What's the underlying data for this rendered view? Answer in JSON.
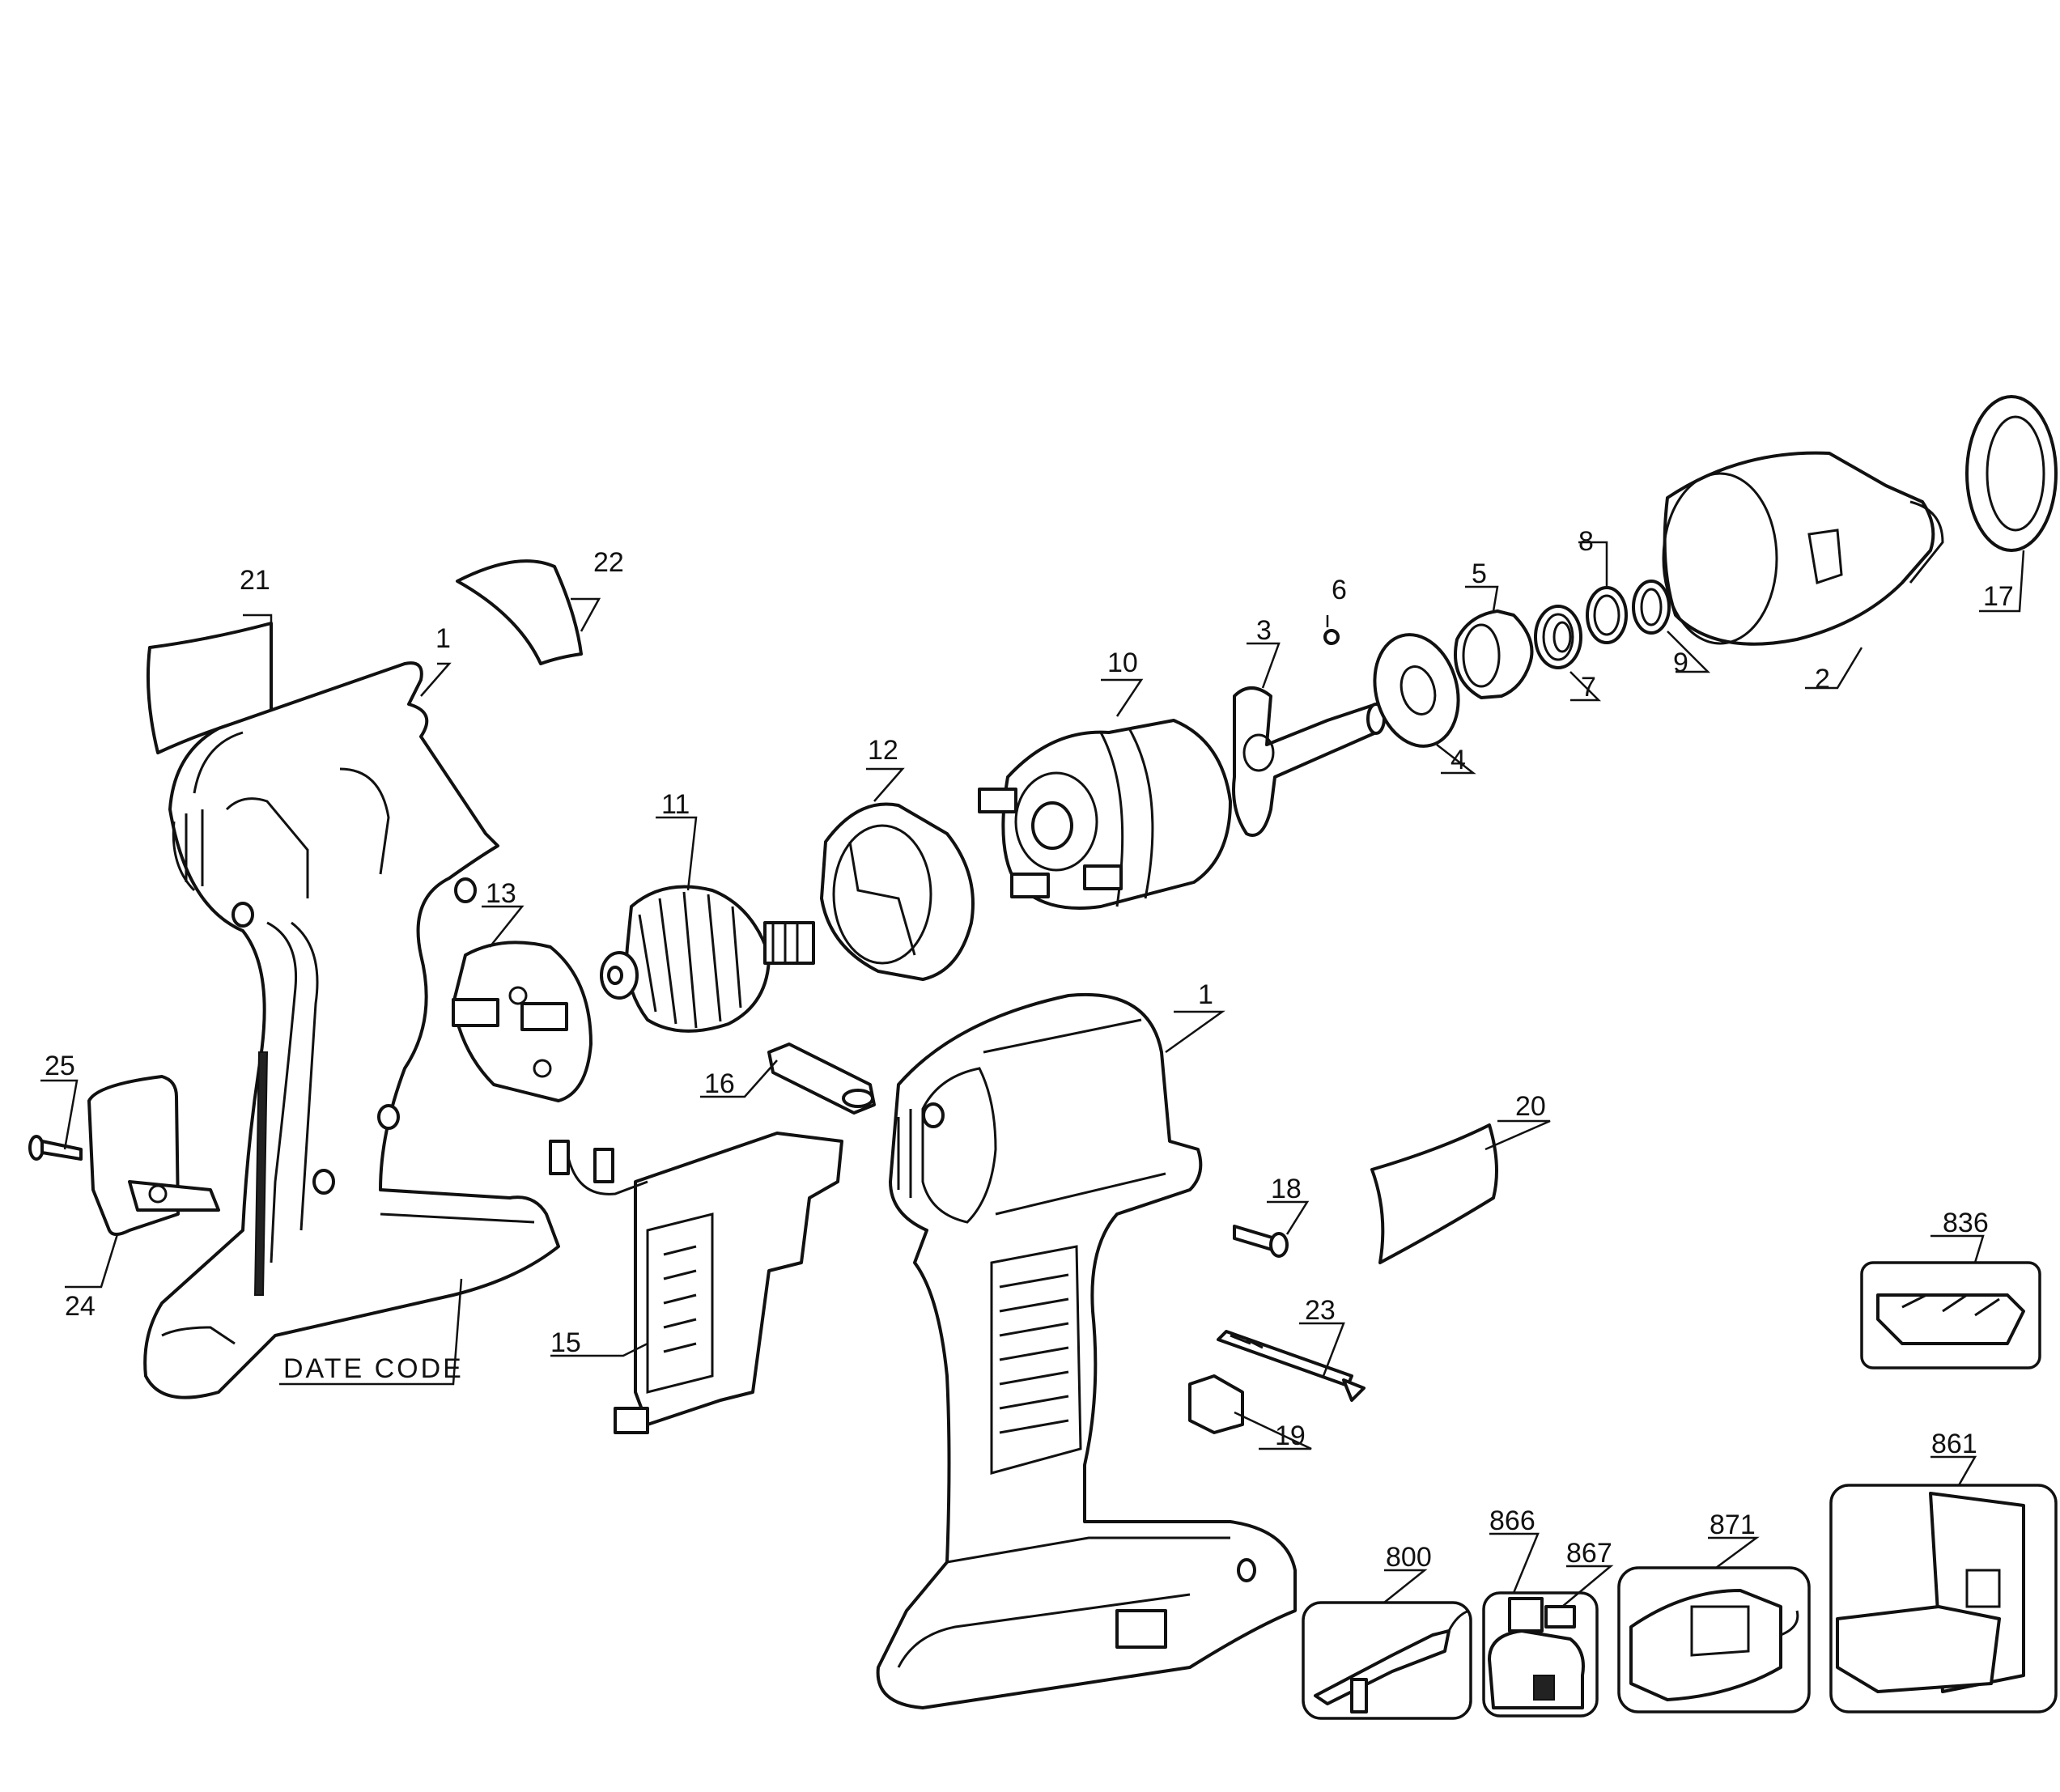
{
  "callouts": [
    {
      "id": "c21",
      "text": "21"
    },
    {
      "id": "c22",
      "text": "22"
    },
    {
      "id": "c1a",
      "text": "1"
    },
    {
      "id": "c12",
      "text": "12"
    },
    {
      "id": "c10",
      "text": "10"
    },
    {
      "id": "c3",
      "text": "3"
    },
    {
      "id": "c6",
      "text": "6"
    },
    {
      "id": "c5",
      "text": "5"
    },
    {
      "id": "c8",
      "text": "8"
    },
    {
      "id": "c7",
      "text": "7"
    },
    {
      "id": "c9",
      "text": "9"
    },
    {
      "id": "c2",
      "text": "2"
    },
    {
      "id": "c17",
      "text": "17"
    },
    {
      "id": "c4",
      "text": "4"
    },
    {
      "id": "c11",
      "text": "11"
    },
    {
      "id": "c13",
      "text": "13"
    },
    {
      "id": "c1b",
      "text": "1"
    },
    {
      "id": "c25",
      "text": "25"
    },
    {
      "id": "c16",
      "text": "16"
    },
    {
      "id": "c20",
      "text": "20"
    },
    {
      "id": "c18",
      "text": "18"
    },
    {
      "id": "c24",
      "text": "24"
    },
    {
      "id": "c15",
      "text": "15"
    },
    {
      "id": "c23",
      "text": "23"
    },
    {
      "id": "c19",
      "text": "19"
    },
    {
      "id": "c836",
      "text": "836"
    },
    {
      "id": "c861",
      "text": "861"
    },
    {
      "id": "c800",
      "text": "800"
    },
    {
      "id": "c866",
      "text": "866"
    },
    {
      "id": "c867",
      "text": "867"
    },
    {
      "id": "c871",
      "text": "871"
    }
  ],
  "date_code_label": "DATE CODE"
}
